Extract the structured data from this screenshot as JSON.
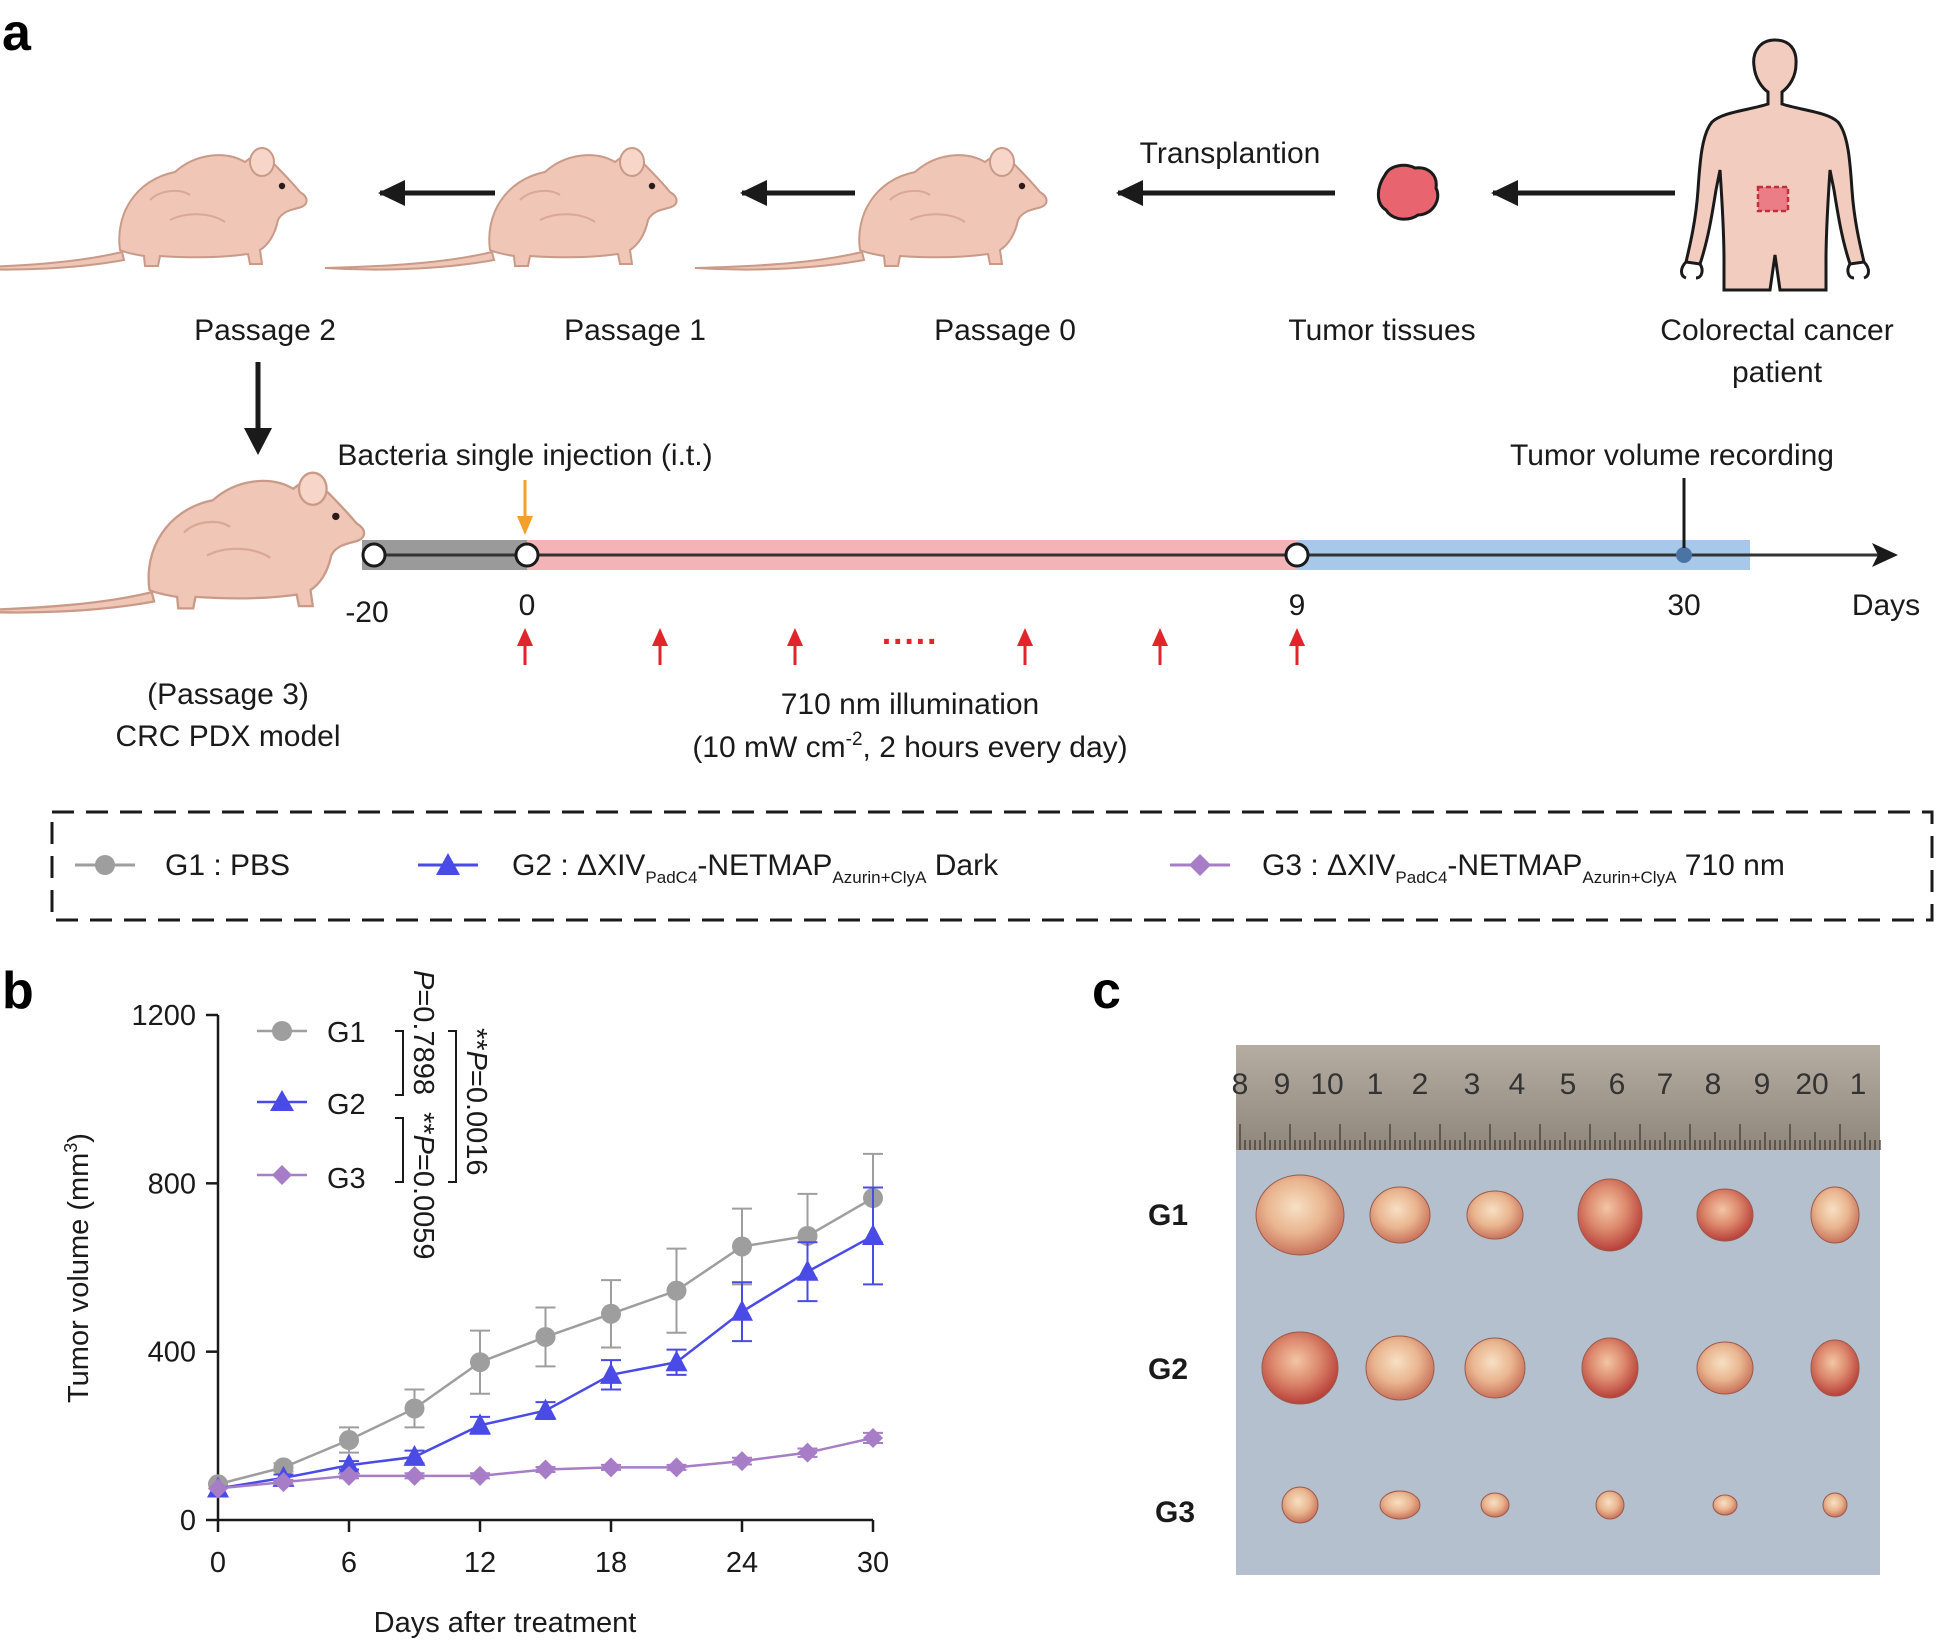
{
  "panel_labels": {
    "a": "a",
    "b": "b",
    "c": "c"
  },
  "schematic": {
    "mouse_labels": [
      "Passage 2",
      "Passage 1",
      "Passage 0"
    ],
    "tumor_label": "Tumor tissues",
    "patient_label_line1": "Colorectal cancer",
    "patient_label_line2": "patient",
    "transplant_label": "Transplantion",
    "pdx_label_line1": "(Passage 3)",
    "pdx_label_line2": "CRC PDX model",
    "injection_label": "Bacteria single injection (i.t.)",
    "recording_label": "Tumor volume recording",
    "timeline_ticks": [
      "-20",
      "0",
      "9",
      "30"
    ],
    "timeline_unit": "Days",
    "illumination_line1": "710 nm illumination",
    "illumination_line2_a": "(10 mW cm",
    "illumination_line2_sup": "-2",
    "illumination_line2_b": ", 2 hours every day)",
    "dots": "·····"
  },
  "legend": {
    "g1": {
      "name": "G1 : PBS"
    },
    "g2": {
      "prefix": "G2 : ΔXIV",
      "sub1": "PadC4",
      "mid": "-NETMAP",
      "sub2": "Azurin+ClyA",
      "suffix": " Dark"
    },
    "g3": {
      "prefix": "G3 : ΔXIV",
      "sub1": "PadC4",
      "mid": "-NETMAP",
      "sub2": "Azurin+ClyA",
      "suffix": " 710 nm"
    }
  },
  "colors": {
    "g1": "#9e9e9e",
    "g2": "#4a4ae6",
    "g3": "#a77dc8",
    "gray_bar": "#9a9a9a",
    "pink_bar": "#f4b4b7",
    "blue_bar": "#a7c8e8",
    "red_arrow": "#e0262b",
    "orange_arrow": "#f3a02a",
    "tumor": "#e8646e",
    "skin": "#f0c8b8"
  },
  "chart_data": {
    "type": "line",
    "xlabel": "Days after treatment",
    "ylabel": "Tumor volume (mm",
    "ylabel_sup": "3",
    "ylabel_end": ")",
    "xticks": [
      0,
      6,
      12,
      18,
      24,
      30
    ],
    "yticks": [
      0,
      400,
      800,
      1200
    ],
    "xlim": [
      0,
      30
    ],
    "ylim": [
      0,
      1200
    ],
    "series": [
      {
        "name": "G1",
        "marker": "circle",
        "x": [
          0,
          3,
          6,
          9,
          12,
          15,
          18,
          21,
          24,
          27,
          30
        ],
        "y": [
          85,
          125,
          190,
          265,
          375,
          435,
          490,
          545,
          650,
          675,
          765
        ],
        "err": [
          0,
          10,
          30,
          45,
          75,
          70,
          80,
          100,
          90,
          100,
          105
        ]
      },
      {
        "name": "G2",
        "marker": "triangle",
        "x": [
          0,
          3,
          6,
          9,
          12,
          15,
          18,
          21,
          24,
          27,
          30
        ],
        "y": [
          75,
          100,
          130,
          150,
          225,
          260,
          345,
          375,
          495,
          590,
          675
        ],
        "err": [
          0,
          8,
          10,
          15,
          20,
          20,
          35,
          30,
          70,
          70,
          115
        ]
      },
      {
        "name": "G3",
        "marker": "diamond",
        "x": [
          0,
          3,
          6,
          9,
          12,
          15,
          18,
          21,
          24,
          27,
          30
        ],
        "y": [
          75,
          90,
          105,
          105,
          105,
          120,
          125,
          125,
          140,
          160,
          195
        ],
        "err": [
          0,
          5,
          6,
          6,
          6,
          6,
          6,
          6,
          8,
          10,
          12
        ]
      }
    ],
    "annotations": [
      {
        "text_italic": "P",
        "text": "=0.7898"
      },
      {
        "stars": "**",
        "text_italic": "P",
        "text": "=0.0059"
      },
      {
        "stars": "**",
        "text_italic": "P",
        "text": "=0.0016"
      }
    ]
  },
  "photo": {
    "row_labels": [
      "G1",
      "G2",
      "G3"
    ],
    "ruler_numbers": [
      "8",
      "9",
      "10",
      "1",
      "2",
      "3",
      "4",
      "5",
      "6",
      "7",
      "8",
      "9",
      "20",
      "1"
    ]
  }
}
